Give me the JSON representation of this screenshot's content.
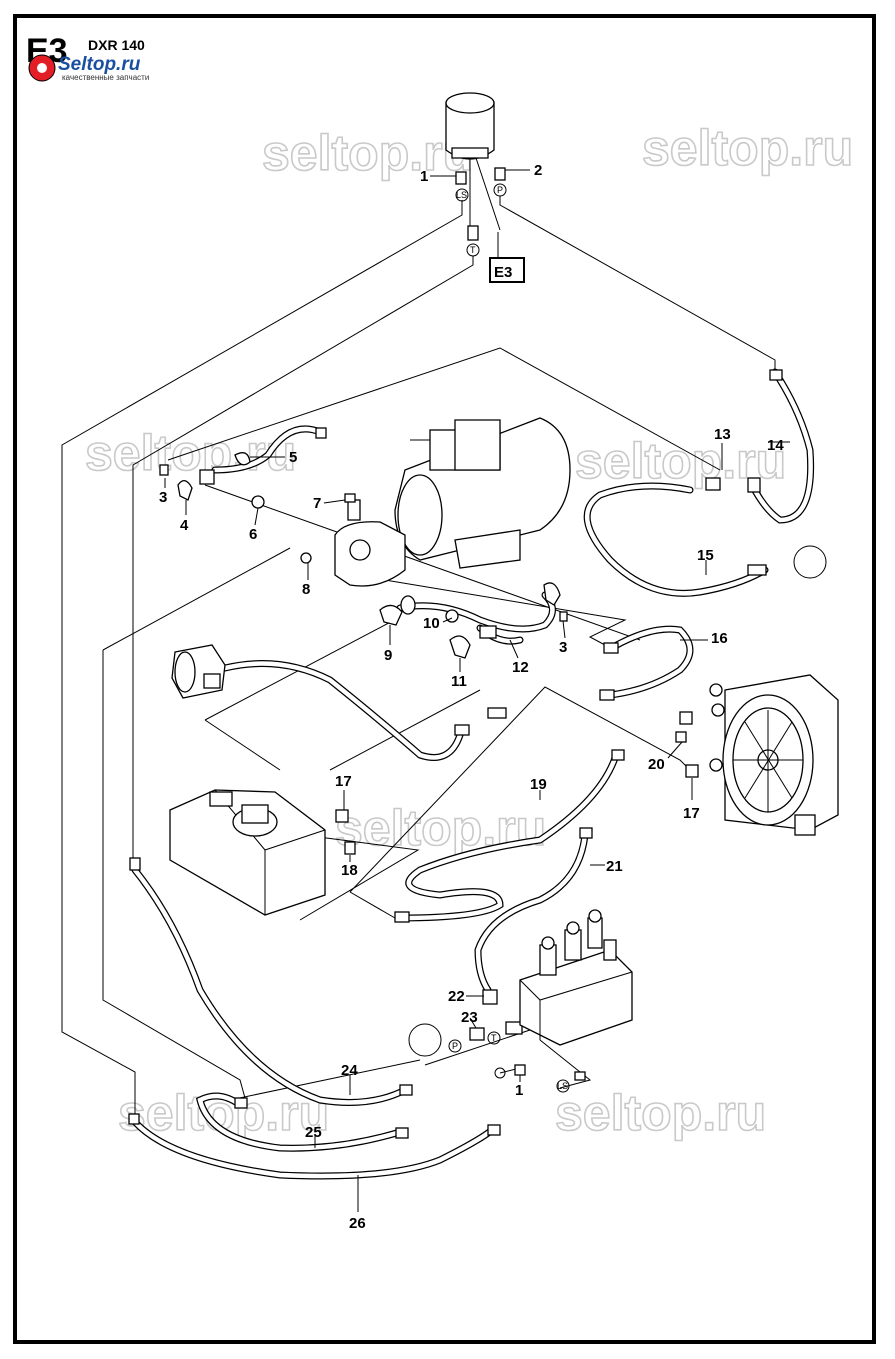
{
  "header": {
    "section_code": "E3",
    "model": "DXR 140"
  },
  "logo": {
    "brand": "Seltop.ru",
    "tagline": "качественные запчасти"
  },
  "watermark": "seltop.ru",
  "reference_box": "E3",
  "port_markers": [
    "LS",
    "P",
    "T",
    "P",
    "T",
    "LS"
  ],
  "callouts": [
    {
      "id": "c1a",
      "text": "1"
    },
    {
      "id": "c2",
      "text": "2"
    },
    {
      "id": "c3a",
      "text": "3"
    },
    {
      "id": "c4",
      "text": "4"
    },
    {
      "id": "c5",
      "text": "5"
    },
    {
      "id": "c6",
      "text": "6"
    },
    {
      "id": "c7",
      "text": "7"
    },
    {
      "id": "c8",
      "text": "8"
    },
    {
      "id": "c9",
      "text": "9"
    },
    {
      "id": "c10",
      "text": "10"
    },
    {
      "id": "c11",
      "text": "11"
    },
    {
      "id": "c12",
      "text": "12"
    },
    {
      "id": "c3b",
      "text": "3"
    },
    {
      "id": "c13",
      "text": "13"
    },
    {
      "id": "c14",
      "text": "14"
    },
    {
      "id": "c15",
      "text": "15"
    },
    {
      "id": "c16",
      "text": "16"
    },
    {
      "id": "c17a",
      "text": "17"
    },
    {
      "id": "c18",
      "text": "18"
    },
    {
      "id": "c19",
      "text": "19"
    },
    {
      "id": "c20",
      "text": "20"
    },
    {
      "id": "c17b",
      "text": "17"
    },
    {
      "id": "c21",
      "text": "21"
    },
    {
      "id": "c22",
      "text": "22"
    },
    {
      "id": "c23",
      "text": "23"
    },
    {
      "id": "c24",
      "text": "24"
    },
    {
      "id": "c1b",
      "text": "1"
    },
    {
      "id": "c25",
      "text": "25"
    },
    {
      "id": "c26",
      "text": "26"
    }
  ]
}
